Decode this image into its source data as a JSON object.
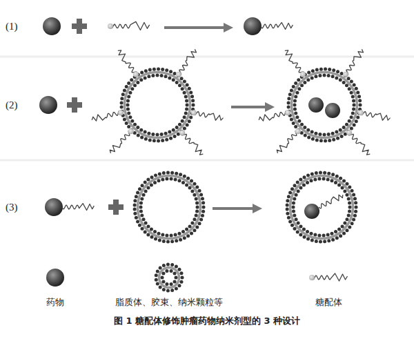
{
  "diagram": {
    "caption": "图 1 糖配体修饰肿瘤药物纳米剂型的 3 种设计",
    "labels": [
      "(1)",
      "(2)",
      "(3)"
    ],
    "legend": [
      {
        "text": "药物"
      },
      {
        "text": "脂质体、胶束、纳米颗粒等"
      },
      {
        "text": "糖配体"
      }
    ]
  }
}
